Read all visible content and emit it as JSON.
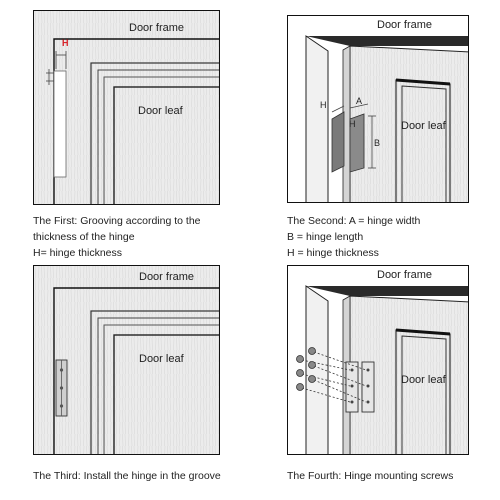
{
  "panels": [
    {
      "frame_label": "Door frame",
      "leaf_label": "Door leaf",
      "dim_label": "H",
      "caption_lines": [
        "The First: Grooving according to the",
        "thickness of the hinge",
        "H= hinge thickness"
      ]
    },
    {
      "frame_label": "Door frame",
      "leaf_label": "Door leaf",
      "dim_labels": {
        "h": "H",
        "a": "A",
        "b": "B",
        "h2": "H"
      },
      "caption_lines": [
        "The Second: A = hinge width",
        "B = hinge length",
        "H = hinge thickness"
      ]
    },
    {
      "frame_label": "Door frame",
      "leaf_label": "Door leaf",
      "caption_lines": [
        "The Third: Install the hinge in the groove"
      ]
    },
    {
      "frame_label": "Door frame",
      "leaf_label": "Door leaf",
      "caption_lines": [
        "The Fourth: Hinge mounting screws"
      ]
    }
  ],
  "colors": {
    "wood": "#e9e9e9",
    "grain": "#d6d6d6",
    "outline": "#1a1a1a",
    "dimension_red": "#d8232a",
    "hinge_dark": "#7a7a7a"
  }
}
